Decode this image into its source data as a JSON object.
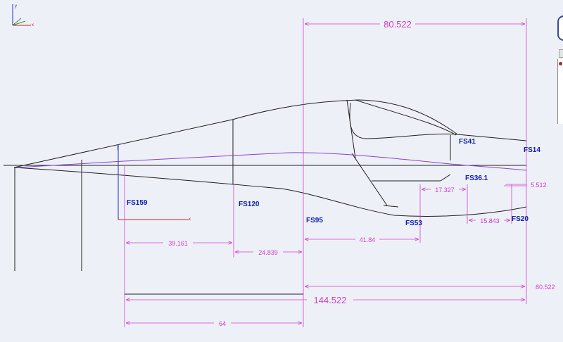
{
  "triad": {
    "axis_x": "x",
    "axis_y": "y"
  },
  "stations": {
    "fs159": "FS159",
    "fs120": "FS120",
    "fs95": "FS95",
    "fs53": "FS53",
    "fs41": "FS41",
    "fs36": "FS36.1",
    "fs20": "FS20",
    "fs14": "FS14"
  },
  "origin": {
    "x": "x",
    "y": "y"
  },
  "dimensions": {
    "top_overall": "80.522",
    "d_39": "39.161",
    "d_24": "24.839",
    "d_41": "41.84",
    "d_17": "17.327",
    "d_15": "15.843",
    "d_5": "5.512",
    "right_80": "80.522",
    "total": "144.522",
    "d_64": "64"
  },
  "colors": {
    "background": "#eef0f7",
    "outline": "#202020",
    "dimension": "#d040d0",
    "centerline": "#8a40d8",
    "label": "#1020b0"
  }
}
